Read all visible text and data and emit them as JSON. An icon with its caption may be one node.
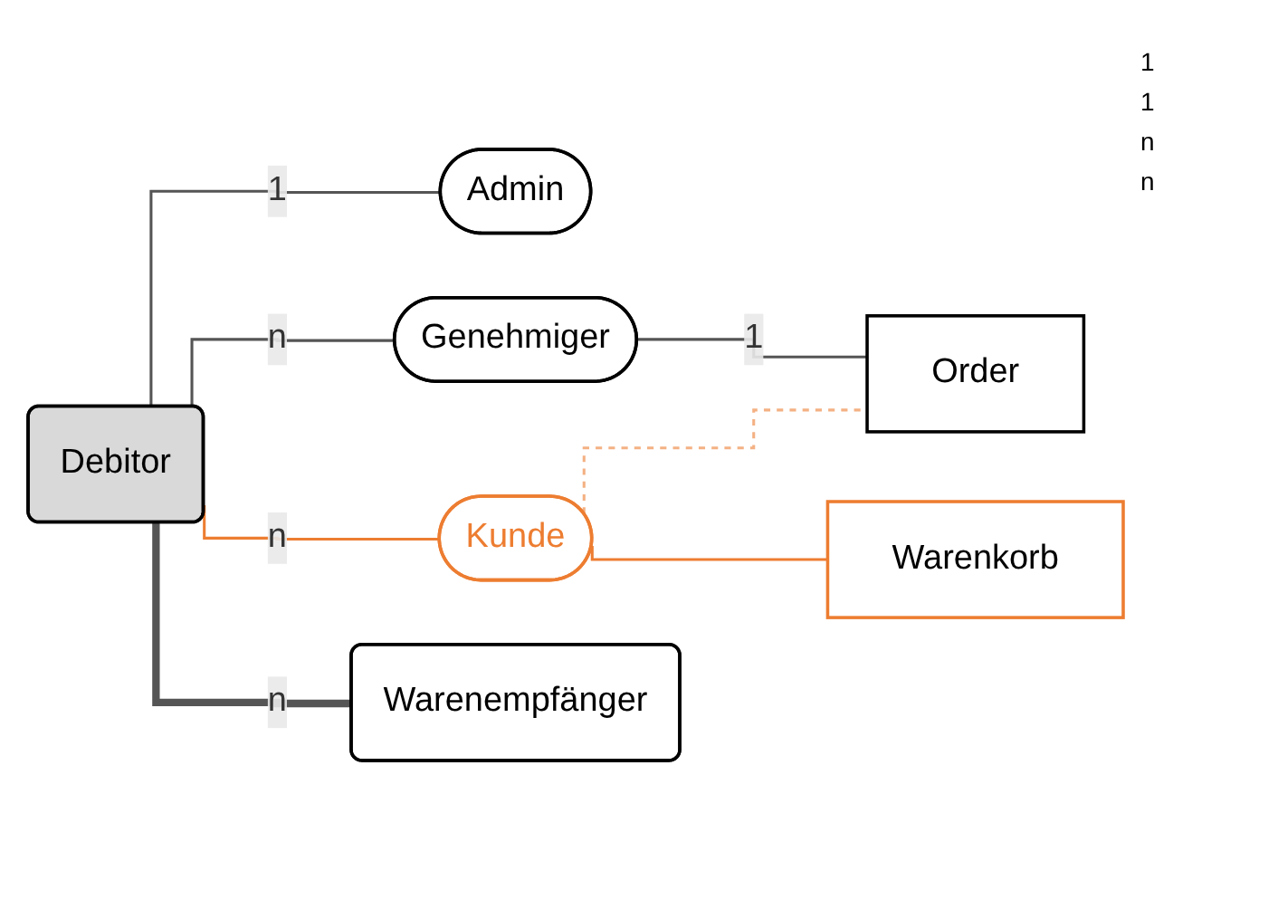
{
  "diagram": {
    "nodes": [
      {
        "text": [
          "Admin"
        ]
      },
      {
        "text": [
          "Debitor"
        ]
      },
      {
        "text": [
          "Genehmiger"
        ]
      },
      {
        "text": [
          "Warenempfänger"
        ]
      },
      {
        "text": [
          "Order"
        ]
      },
      {
        "text": [
          "Kunde"
        ]
      },
      {
        "text": [
          "Warenkorb"
        ]
      }
    ],
    "edges": [
      {
        "from": 1,
        "to": 0,
        "arrow": "none",
        "label": "1"
      },
      {
        "from": 1,
        "to": 2,
        "arrow": "none",
        "label": "n"
      },
      {
        "from": 1,
        "to": 5,
        "arrow": "none",
        "label": "n",
        "color": "#ed7d31"
      },
      {
        "from": 2,
        "to": 4,
        "arrow": "none",
        "label": "1"
      },
      {
        "from": 5,
        "to": 4,
        "arrow": "none",
        "style": "dashed",
        "color": "#f4b183"
      },
      {
        "from": 5,
        "to": 6,
        "arrow": "none",
        "color": "#ed7d31"
      },
      {
        "from": 1,
        "to": 3,
        "arrow": "none",
        "label": "n",
        "style": "thick"
      }
    ],
    "labels": [
      "1",
      "1",
      "n",
      "n"
    ]
  }
}
